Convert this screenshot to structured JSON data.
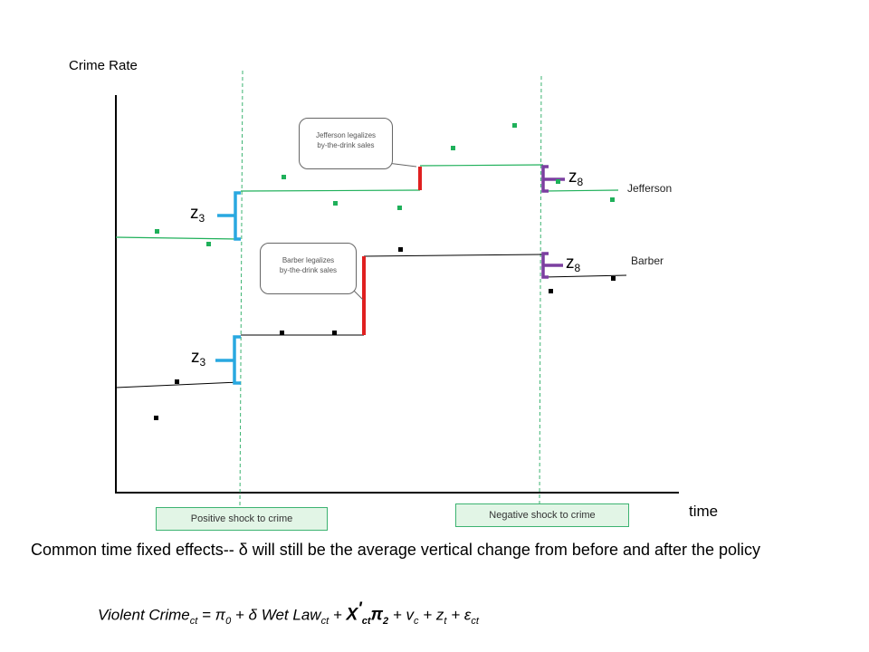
{
  "y_axis_label": "Crime Rate",
  "x_axis_label": "time",
  "series": {
    "jefferson": {
      "label": "Jefferson",
      "color": "#1fb05a"
    },
    "barber": {
      "label": "Barber",
      "color": "#000000"
    }
  },
  "shocks": {
    "positive": "Positive shock to crime",
    "negative": "Negative shock to crime"
  },
  "callouts": {
    "jefferson_line1": "Jefferson legalizes",
    "jefferson_line2": "by-the-drink sales",
    "barber_line1": "Barber legalizes",
    "barber_line2": "by-the-drink sales"
  },
  "z_labels": {
    "z3_base": "z",
    "z3_sub": "3",
    "z8_base": "z",
    "z8_sub": "8"
  },
  "note_text": "Common time fixed effects-- δ will still be the average vertical change from before and after the policy",
  "equation": {
    "p1": "Violent Crime",
    "p1_sub": "ct",
    "p2": " = π",
    "p2_sub": "0",
    "p3": " + δ Wet Law",
    "p3_sub": "ct",
    "p4": " + ",
    "p5": "X",
    "p5_sup": "'",
    "p5_sub": "ct",
    "p6": "π",
    "p6_sub": "2",
    "p7": " + v",
    "p7_sub": "c",
    "p8": " + z",
    "p8_sub": "t",
    "p9": " + ε",
    "p9_sub": "ct"
  },
  "colors": {
    "shock_line": "#3cb371",
    "policy_jump": "#e02020",
    "z3_bracket": "#29a8e0",
    "z8_bracket": "#7b3fa0"
  }
}
